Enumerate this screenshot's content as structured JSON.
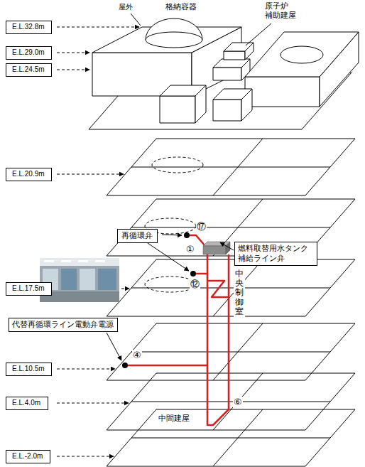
{
  "diagram": {
    "nodes": [
      {
        "text": [
          "E.L.32.8m"
        ]
      },
      {
        "text": [
          "E.L.29.0m"
        ]
      },
      {
        "text": [
          "E.L.24.5m"
        ]
      },
      {
        "text": [
          "E.L.20.9m"
        ]
      },
      {
        "text": [
          "再循環弁"
        ]
      },
      {
        "text": [
          "燃料取替用水タンク 補給ライン弁"
        ]
      },
      {
        "text": [
          "E.L.17.5m"
        ]
      },
      {
        "text": [
          "代替再循環ライン電動弁電源"
        ]
      },
      {
        "text": [
          "E.L.10.5m"
        ]
      },
      {
        "text": [
          "E.L.4.0m"
        ]
      },
      {
        "text": [
          "E.L.-2.0m"
        ]
      }
    ],
    "labels": [
      "格納容器",
      "原子炉 補助建屋",
      "屋外",
      "⑰",
      "①",
      "中央制御室",
      "⑫",
      "④",
      "⑥",
      "中間建屋"
    ]
  }
}
